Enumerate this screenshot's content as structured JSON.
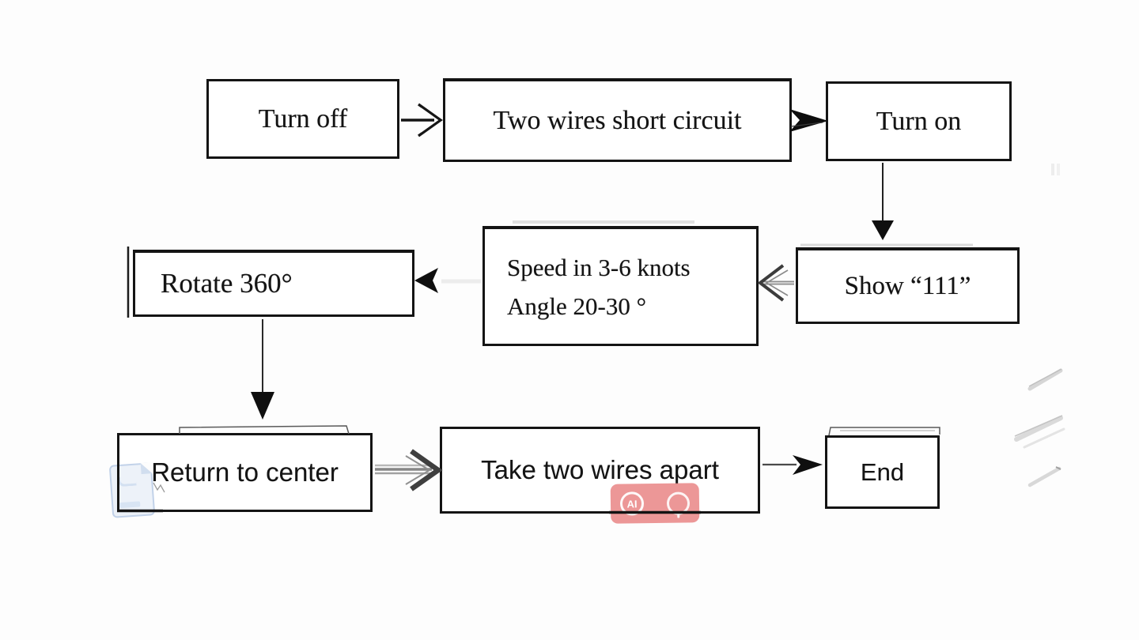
{
  "diagram": {
    "type": "flowchart",
    "background": "#fdfdfd",
    "nodes": [
      {
        "id": "turn-off",
        "label": "Turn off"
      },
      {
        "id": "two-wires-short-circuit",
        "label": "Two wires short circuit"
      },
      {
        "id": "turn-on",
        "label": "Turn on"
      },
      {
        "id": "show-111",
        "label": "Show “111”"
      },
      {
        "id": "speed-angle",
        "lines": [
          "Speed in 3-6 knots",
          "Angle 20-30 °"
        ]
      },
      {
        "id": "rotate-360",
        "label": "Rotate 360°"
      },
      {
        "id": "return-to-center",
        "label": "Return to center"
      },
      {
        "id": "take-two-wires-apart",
        "label": "Take two wires apart"
      },
      {
        "id": "end",
        "label": "End"
      }
    ],
    "edges": [
      {
        "from": "turn-off",
        "to": "two-wires-short-circuit",
        "style": "open-chevron-right"
      },
      {
        "from": "two-wires-short-circuit",
        "to": "turn-on",
        "style": "solid-dart-right"
      },
      {
        "from": "turn-on",
        "to": "show-111",
        "style": "solid-triangle-down"
      },
      {
        "from": "show-111",
        "to": "speed-angle",
        "style": "gray-chevron-left"
      },
      {
        "from": "speed-angle",
        "to": "rotate-360",
        "style": "solid-dart-left"
      },
      {
        "from": "rotate-360",
        "to": "return-to-center",
        "style": "solid-triangle-down"
      },
      {
        "from": "return-to-center",
        "to": "take-two-wires-apart",
        "style": "double-line-chevron-right"
      },
      {
        "from": "take-two-wires-apart",
        "to": "end",
        "style": "solid-dart-right"
      }
    ],
    "watermark": {
      "badge_label": "AI",
      "badge_color": "#eb9090"
    },
    "colors": {
      "box_border": "#141414",
      "box_fill": "#ffffff",
      "text": "#141414"
    }
  }
}
